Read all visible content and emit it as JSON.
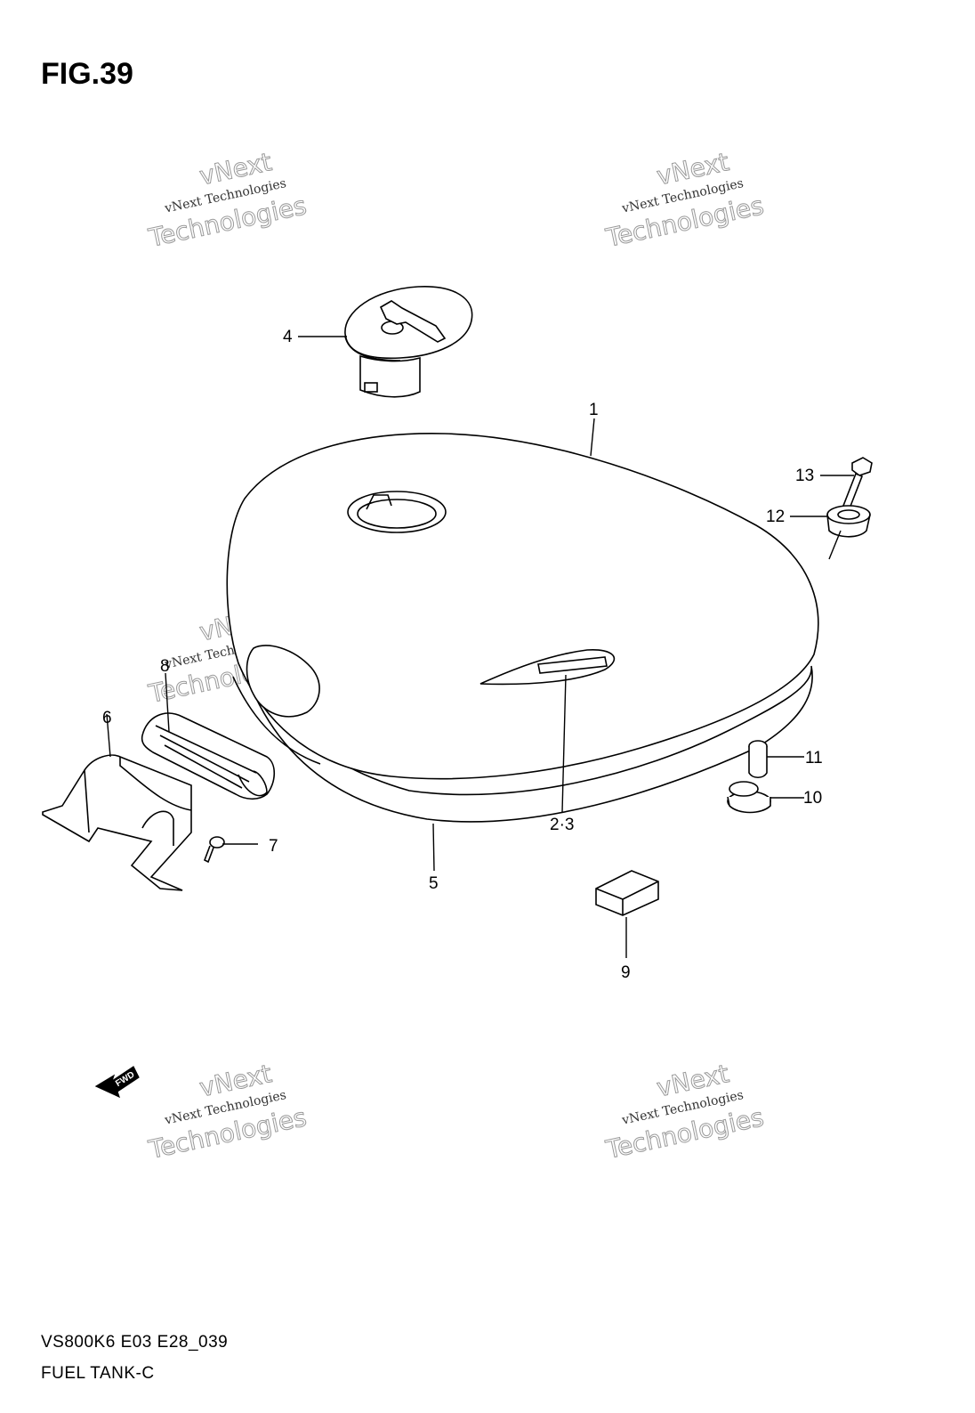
{
  "figure": {
    "title": "FIG.39",
    "code": "VS800K6 E03 E28_039",
    "name": "FUEL TANK-C",
    "fwd_label": "FWD"
  },
  "watermark": {
    "line_small": "vNext Technologies",
    "line_top": "vNext",
    "line_big": "Technologies"
  },
  "callouts": [
    "1",
    "2·3",
    "4",
    "5",
    "6",
    "7",
    "8",
    "9",
    "10",
    "11",
    "12",
    "13"
  ]
}
